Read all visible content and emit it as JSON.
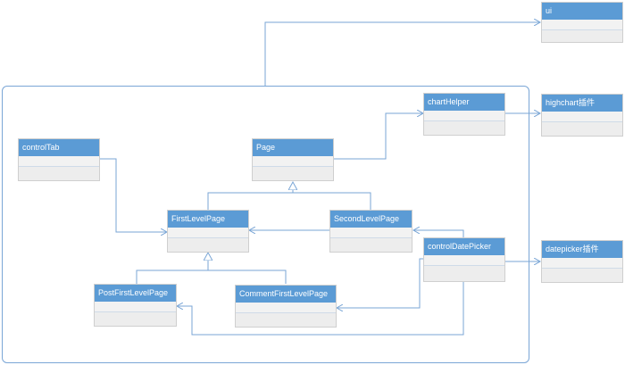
{
  "classes": {
    "ui": "ui",
    "chartHelper": "chartHelper",
    "highchart": "highchart插件",
    "controlTab": "controlTab",
    "page": "Page",
    "firstLevelPage": "FirstLevelPage",
    "secondLevelPage": "SecondLevelPage",
    "controlDatePicker": "controlDatePicker",
    "datepicker": "datepicker插件",
    "postFirstLevelPage": "PostFirstLevelPage",
    "commentFirstLevelPage": "CommentFirstLevelPage"
  },
  "colors": {
    "header": "#5b9bd5",
    "line": "#7aa6d6",
    "body": "#f2f2f2"
  }
}
